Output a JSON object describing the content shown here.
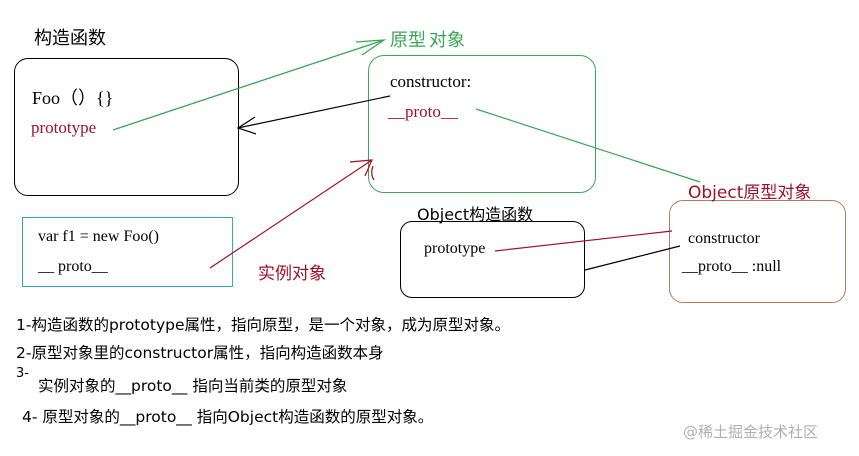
{
  "labels": {
    "constructor_fn": "构造函数",
    "prototype_obj_title": "原型",
    "prototype_obj_title2": "对象",
    "object_proto_title": "Object原型对象",
    "object_ctor_title": "Object构造函数",
    "instance_title": "实例对象"
  },
  "foo_box": {
    "signature": "Foo（）{}",
    "prototype": "prototype"
  },
  "proto_box": {
    "constructor": "constructor:",
    "proto": "__proto__"
  },
  "instance_box": {
    "line1": "var f1 = new Foo()",
    "line2": "__ proto__"
  },
  "object_ctor_box": {
    "prototype": "prototype"
  },
  "object_proto_box": {
    "constructor": "constructor",
    "proto": "__proto__ :null"
  },
  "notes": [
    "1-构造函数的prototype属性，指向原型，是一个对象，成为原型对象。",
    "2-原型对象里的constructor属性，指向构造函数本身",
    "3-",
    "实例对象的__proto__ 指向当前类的原型对象",
    "4- 原型对象的__proto__ 指向Object构造函数的原型对象。"
  ],
  "watermark": "@稀土掘金技术社区",
  "colors": {
    "green": "#3aa655",
    "darkred": "#a0102a",
    "teal": "#3aa7c9",
    "brown": "#b87a5c",
    "black": "#000000",
    "watermark": "#b0b0b0"
  }
}
